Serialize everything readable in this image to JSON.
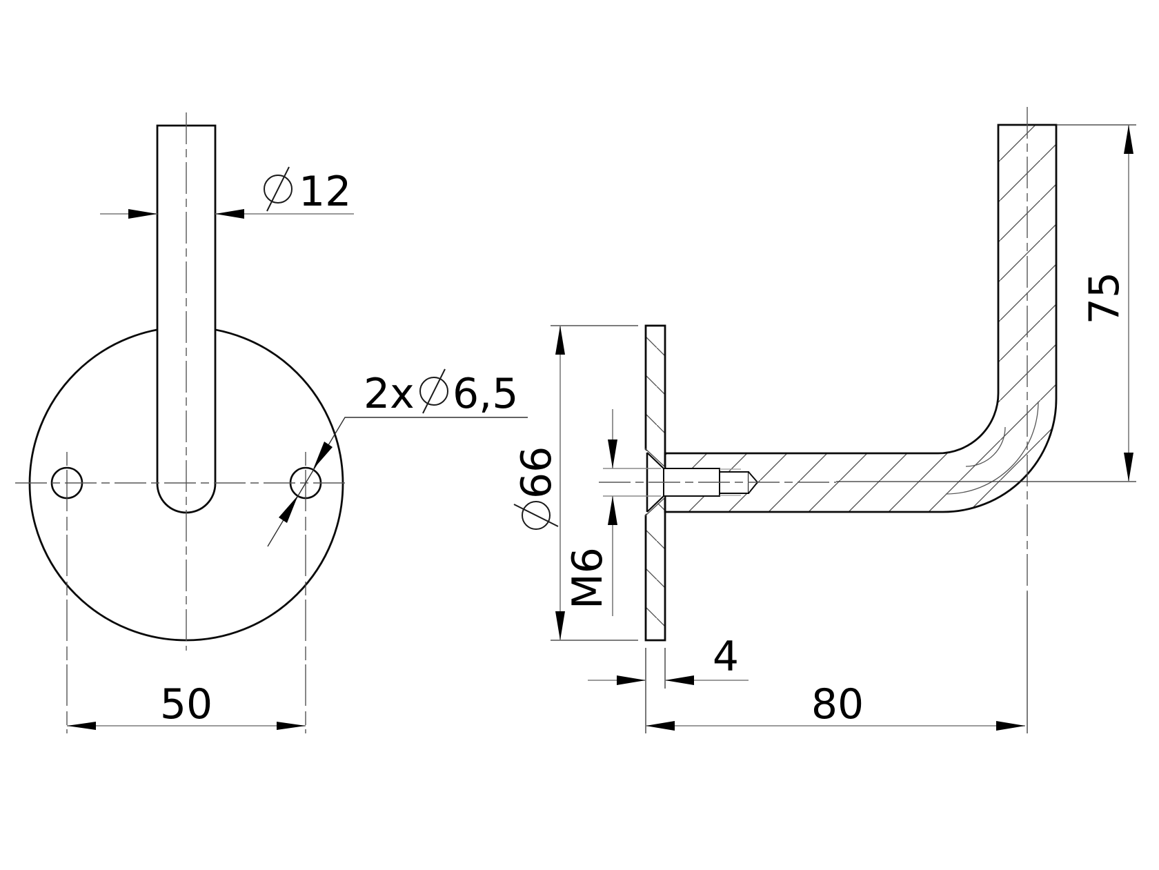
{
  "drawing": {
    "type": "technical-drawing",
    "part": "handrail-bracket-two-view-drawing",
    "front_view": {
      "rod_diameter": {
        "symbol": "⌀",
        "value": "12"
      },
      "hole_callout": {
        "count": "2x",
        "symbol": "⌀",
        "value": "6,5"
      },
      "hole_spacing": {
        "value": "50"
      }
    },
    "side_view": {
      "height": {
        "value": "75"
      },
      "plate_diameter": {
        "symbol": "⌀",
        "value": "66"
      },
      "thread": {
        "value": "M6"
      },
      "plate_thickness": {
        "value": "4"
      },
      "length": {
        "value": "80"
      }
    },
    "colors": {
      "background": "#ffffff",
      "object_line": "#0a0a0a",
      "dimension_line": "#7a7a7a",
      "extension_line": "#2e2e2e",
      "center_line": "#555555",
      "hatch_line": "#4a4a4a",
      "text": "#000000"
    }
  }
}
